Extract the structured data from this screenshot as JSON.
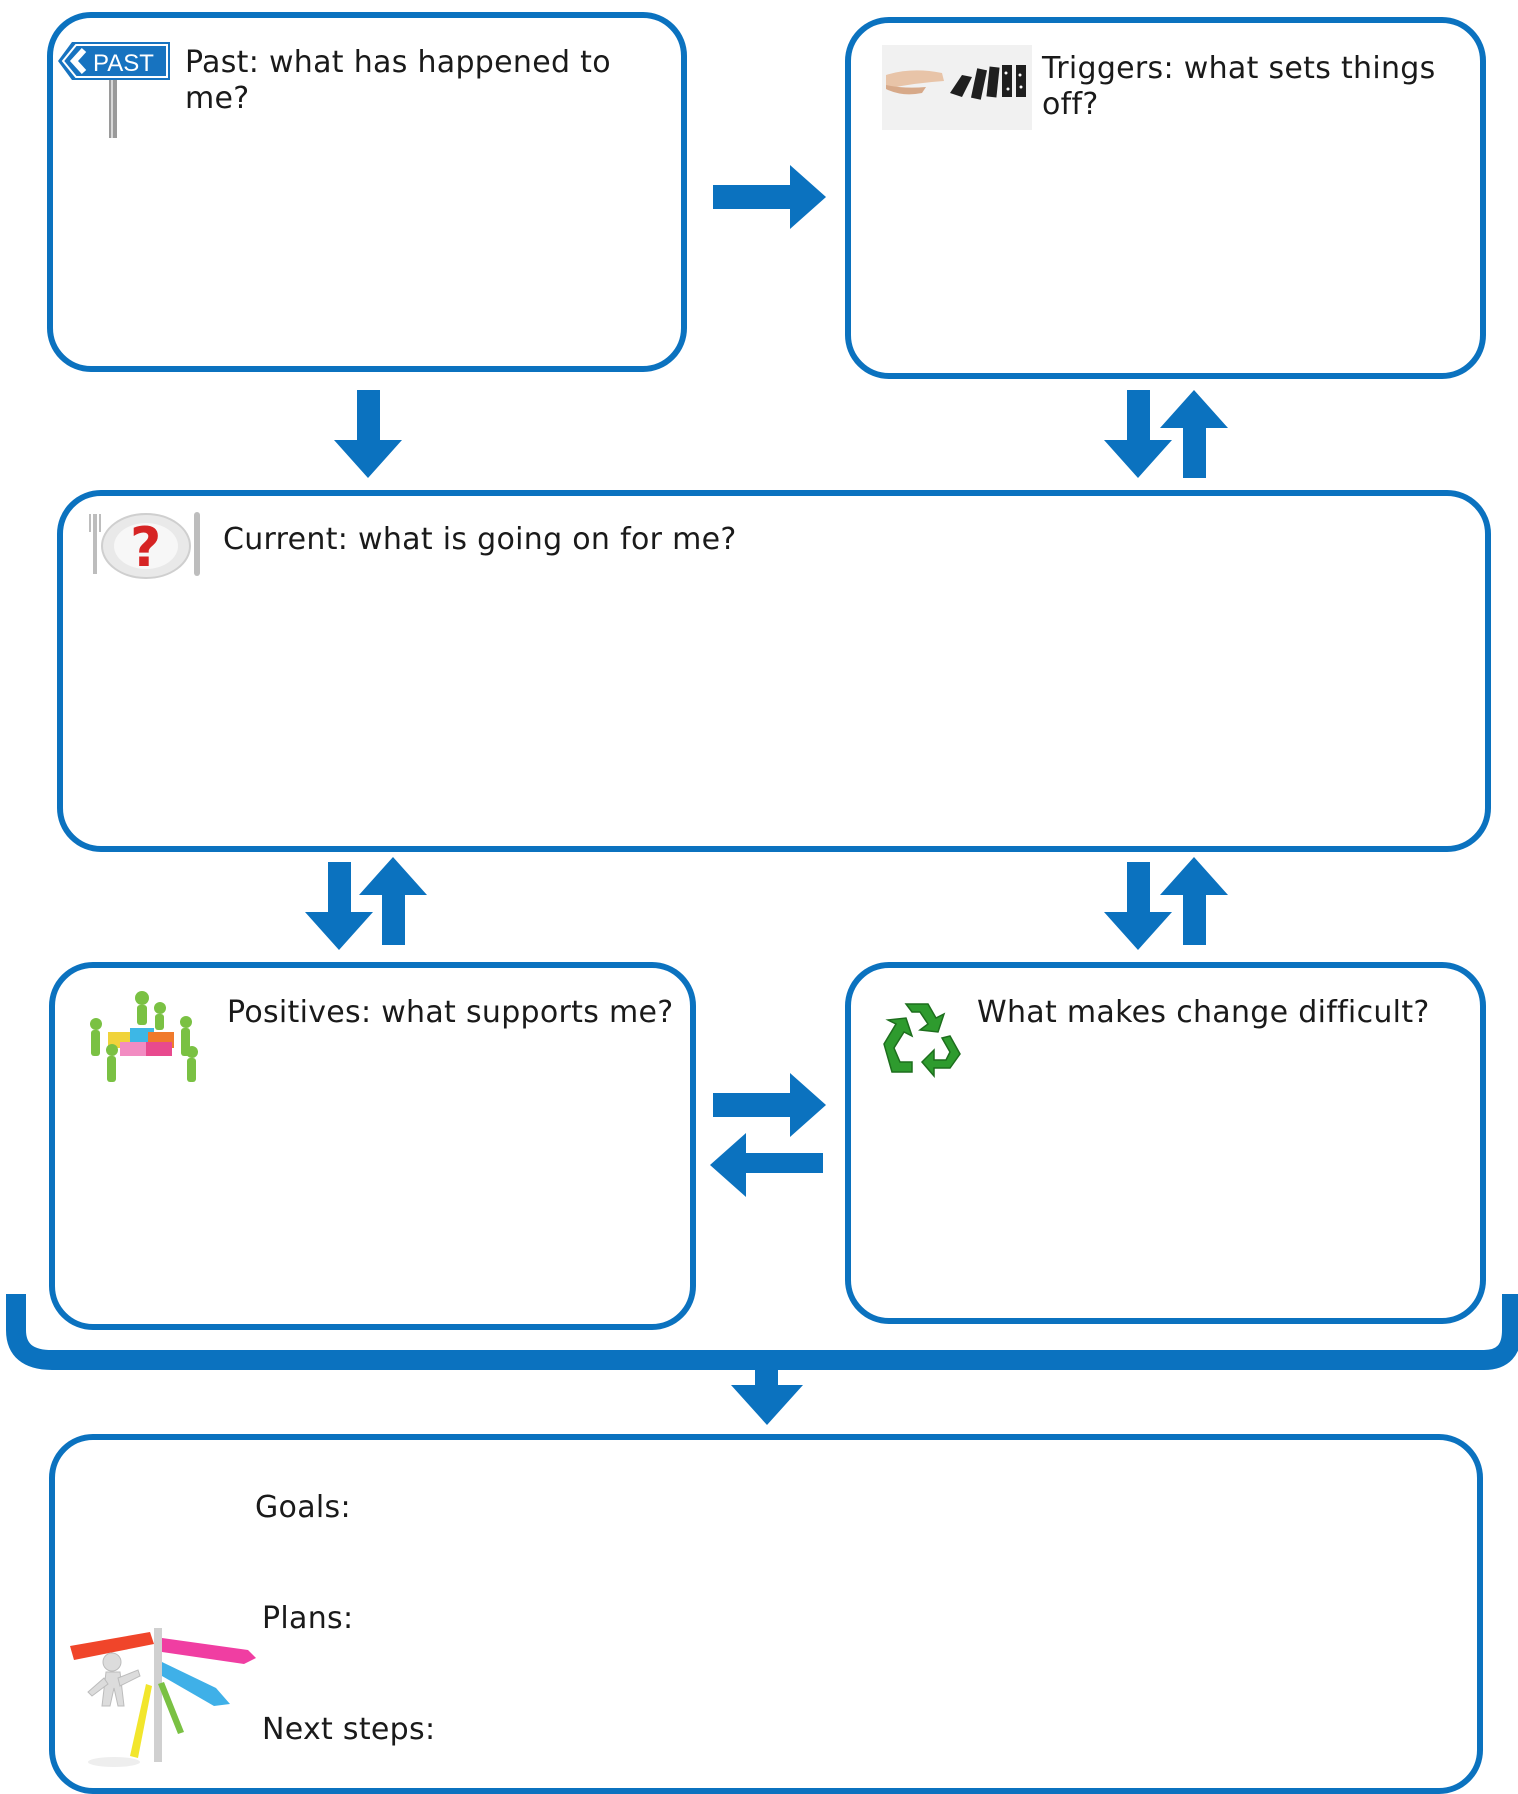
{
  "boxes": {
    "past": {
      "title": "Past: what has happened to me?",
      "icon": "past-signpost-icon",
      "sign_text": "PAST"
    },
    "triggers": {
      "title": "Triggers: what sets things off?",
      "icon": "dominoes-icon"
    },
    "current": {
      "title": "Current: what is going on for me?",
      "icon": "question-plate-icon"
    },
    "positives": {
      "title": "Positives: what supports me?",
      "icon": "team-puzzle-icon"
    },
    "change": {
      "title": "What makes change difficult?",
      "icon": "recycle-icon"
    },
    "plan": {
      "goals_label": "Goals:",
      "plans_label": "Plans:",
      "next_steps_label": "Next steps:",
      "icon": "signpost-person-icon"
    }
  },
  "colors": {
    "accent": "#0b72bf",
    "recycle": "#2e9b2e",
    "sign": "#1773c0"
  }
}
